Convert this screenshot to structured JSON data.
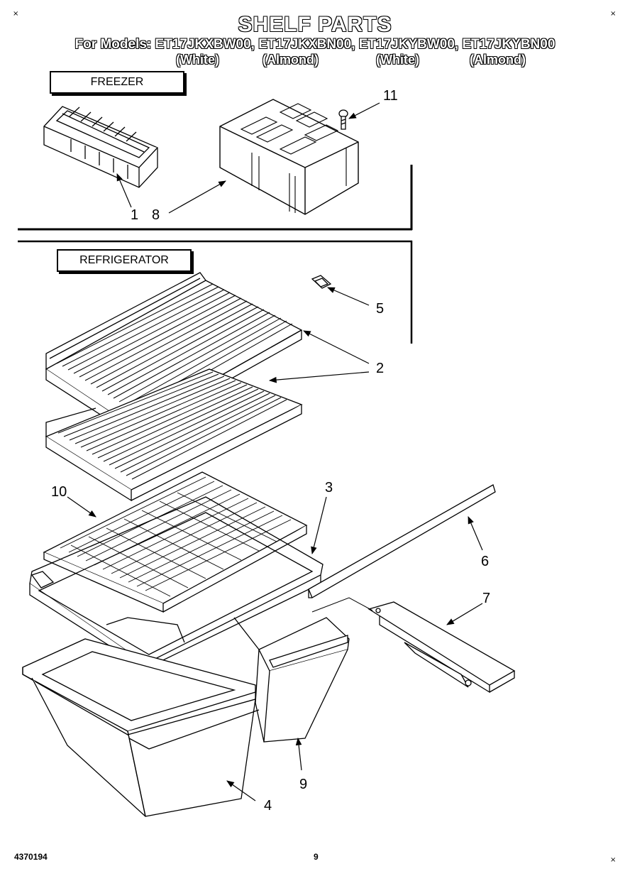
{
  "title": "SHELF PARTS",
  "models_line": "For Models: ET17JKXBW00, ET17JKXBN00, ET17JKYBW00, ET17JKYBN00",
  "model_colors": [
    "(White)",
    "(Almond)",
    "(White)",
    "(Almond)"
  ],
  "sections": {
    "freezer": "FREEZER",
    "refrigerator": "REFRIGERATOR"
  },
  "callouts": {
    "c1": "1",
    "c2": "2",
    "c3": "3",
    "c4": "4",
    "c5": "5",
    "c6": "6",
    "c7": "7",
    "c8": "8",
    "c9": "9",
    "c10": "10",
    "c11": "11"
  },
  "footer": {
    "doc_number": "4370194",
    "page_number": "9"
  },
  "corner_mark": "×"
}
